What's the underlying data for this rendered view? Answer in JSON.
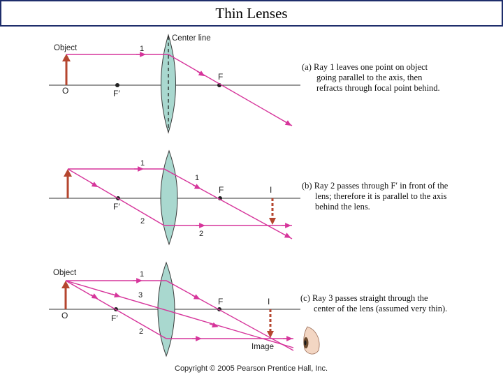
{
  "title": "Thin Lenses",
  "labels": {
    "object": "Object",
    "center_line": "Center line",
    "o": "O",
    "f": "F",
    "f_prime": "F′",
    "image_i": "I",
    "image": "Image",
    "ray1": "1",
    "ray2": "2",
    "ray3": "3"
  },
  "captions": {
    "a": [
      "(a) Ray 1 leaves one point on object",
      "going parallel to the axis, then",
      "refracts through focal point behind."
    ],
    "b": [
      "(b) Ray 2 passes through F′ in front of the",
      "lens; therefore it is parallel to the axis",
      "behind the lens."
    ],
    "c": [
      "(c) Ray 3 passes straight through the",
      "center of the lens (assumed very thin)."
    ]
  },
  "copyright": "Copyright © 2005 Pearson Prentice Hall, Inc.",
  "colors": {
    "ray": "#d6359b",
    "lens_fill": "#a9d8cf",
    "lens_stroke": "#3a3a3a",
    "object_arrow": "#b5462f",
    "axis": "#333333",
    "title_border": "#1e2d6b"
  }
}
